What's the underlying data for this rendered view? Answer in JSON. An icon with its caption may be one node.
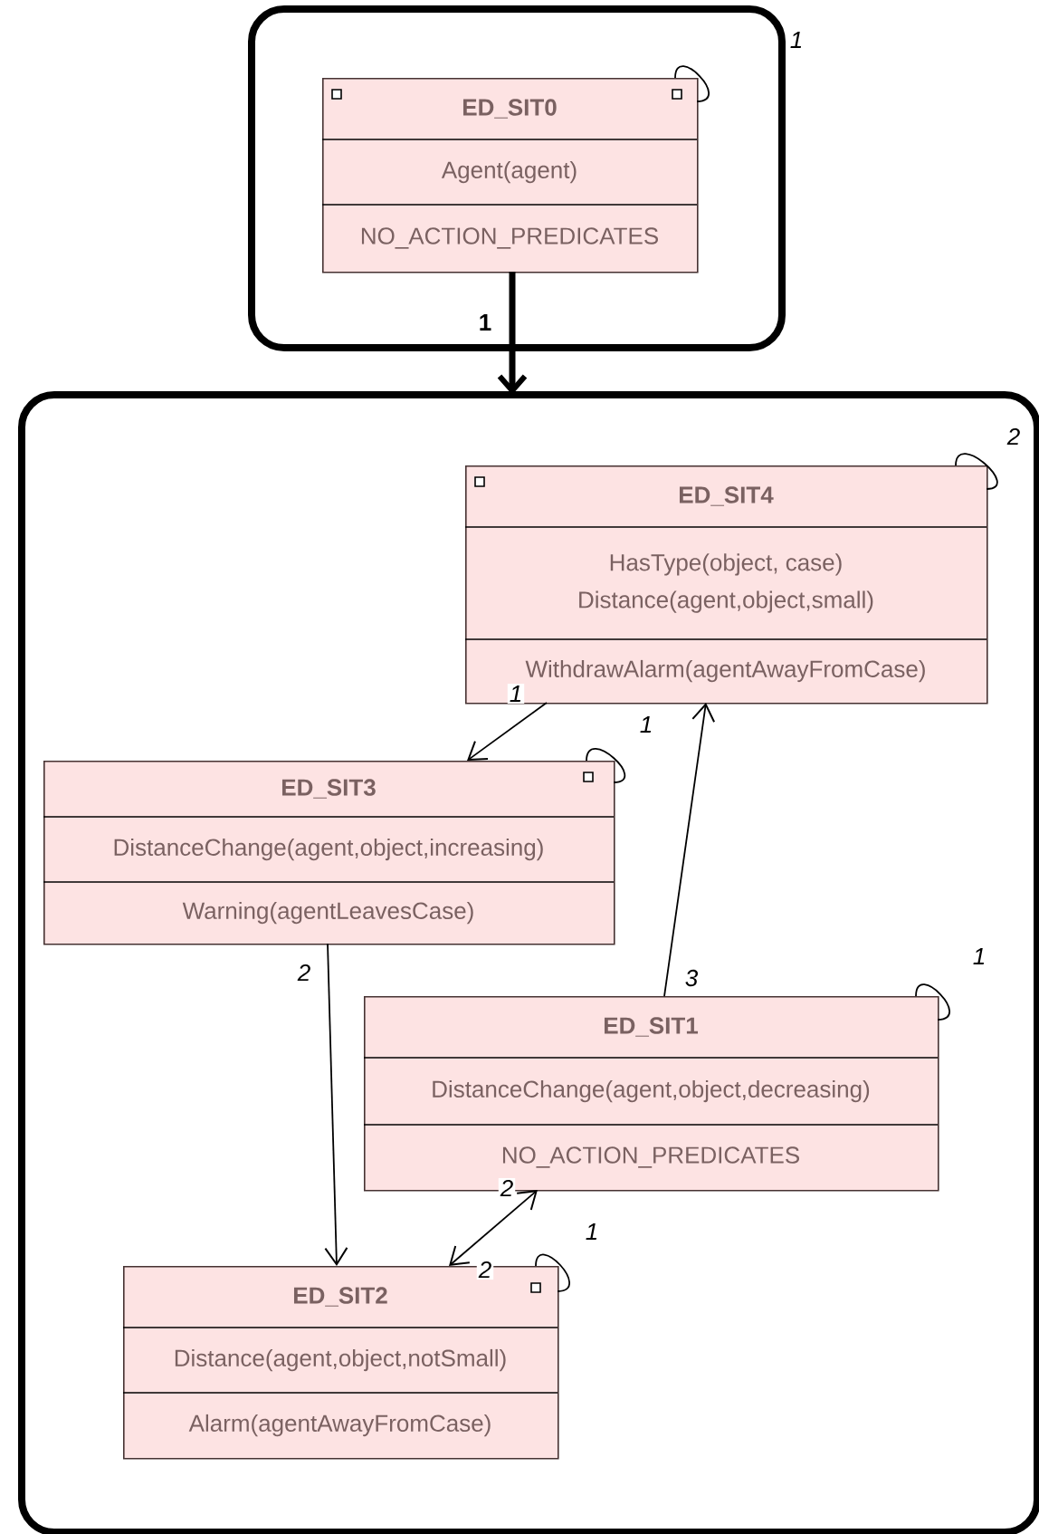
{
  "diagram": {
    "nodes": [
      {
        "text": [],
        "shape": "box"
      },
      {
        "text": [
          "ED_SIT0",
          "Agent(agent)",
          "NO_ACTION_PREDICATES"
        ],
        "in": 0
      },
      {
        "text": [],
        "shape": "box"
      },
      {
        "text": [
          "ED_SIT4",
          "HasType(object, case)",
          "Distance(agent,object,small)",
          "WithdrawAlarm(agentAwayFromCase)"
        ],
        "in": 2
      },
      {
        "text": [
          "ED_SIT3",
          "DistanceChange(agent,object,increasing)",
          "Warning(agentLeavesCase)"
        ],
        "in": 2
      },
      {
        "text": [
          "ED_SIT1",
          "DistanceChange(agent,object,decreasing)",
          "NO_ACTION_PREDICATES"
        ],
        "in": 2
      },
      {
        "text": [
          "ED_SIT2",
          "Distance(agent,object,notSmall)",
          "Alarm(agentAwayFromCase)"
        ],
        "in": 2
      }
    ],
    "edges": [
      {
        "from": 1,
        "to": 1,
        "arrow": "none",
        "label": "1"
      },
      {
        "from": 1,
        "to": 2,
        "arrow": "to",
        "label": "1",
        "style": "thick"
      },
      {
        "from": 3,
        "to": 3,
        "arrow": "none",
        "label": "2"
      },
      {
        "from": 3,
        "to": 4,
        "arrow": "to",
        "label": "1"
      },
      {
        "from": 4,
        "to": 4,
        "arrow": "none",
        "label": "1"
      },
      {
        "from": 4,
        "to": 6,
        "arrow": "to",
        "label": "2"
      },
      {
        "from": 5,
        "to": 3,
        "arrow": "to",
        "label": "3"
      },
      {
        "from": 5,
        "to": 5,
        "arrow": "none",
        "label": "1"
      },
      {
        "from": 5,
        "to": 6,
        "arrow": "both",
        "label": "2"
      },
      {
        "from": 6,
        "to": 6,
        "arrow": "none",
        "label": "1"
      }
    ],
    "labels": [
      "2"
    ]
  }
}
